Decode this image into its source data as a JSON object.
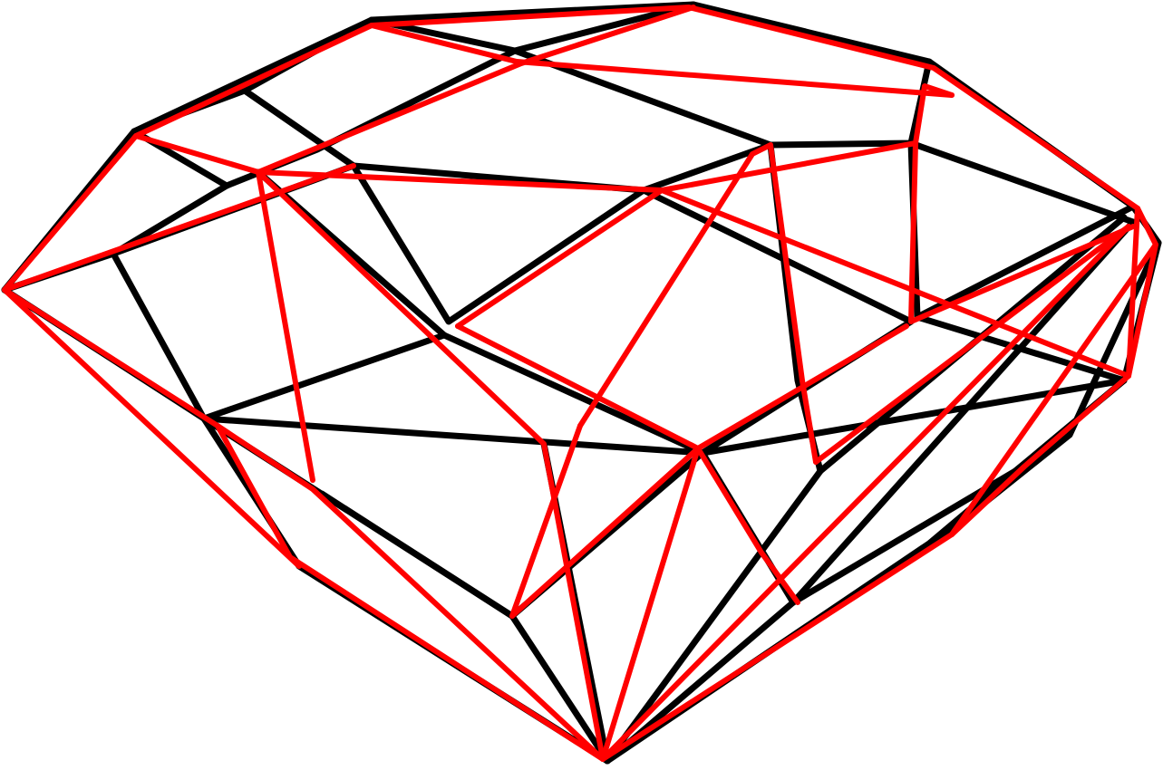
{
  "diagram": {
    "subject": "gemstone-wireframe",
    "colors": {
      "background": "#ffffff",
      "wireframe_a": "#000000",
      "wireframe_b": "#ff0000"
    },
    "layers": [
      {
        "name": "black-wireframe",
        "color_key": "wireframe_a"
      },
      {
        "name": "red-wireframe",
        "color_key": "wireframe_b"
      }
    ]
  }
}
